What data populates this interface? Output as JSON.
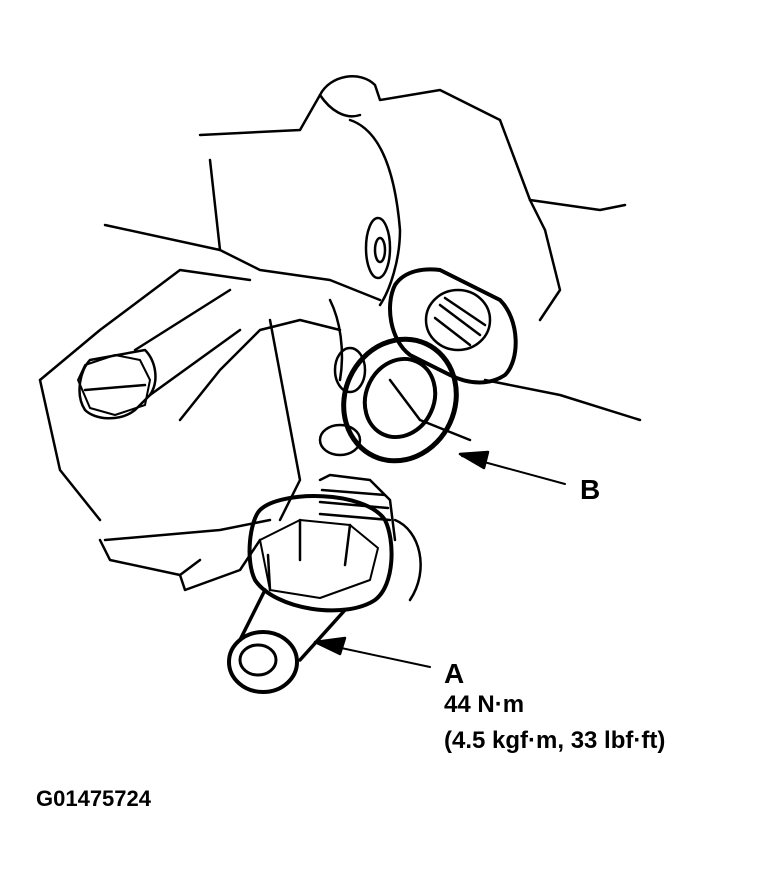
{
  "figure": {
    "code": "G01475724",
    "callouts": {
      "a": {
        "letter": "A",
        "torque_nm": "44 N·m",
        "torque_alt": "(4.5 kgf·m, 33 lbf·ft)"
      },
      "b": {
        "letter": "B"
      }
    },
    "colors": {
      "ink": "#000000",
      "paper": "#ffffff"
    }
  }
}
